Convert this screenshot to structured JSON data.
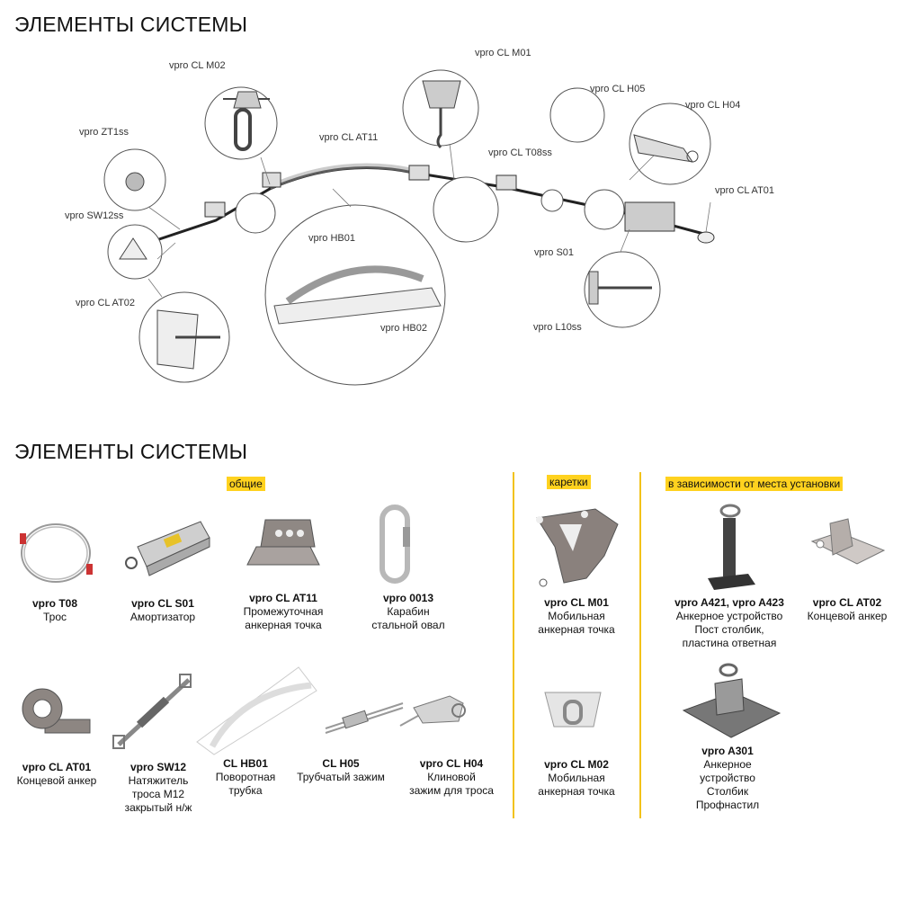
{
  "diagram": {
    "title": "ЭЛЕМЕНТЫ СИСТЕМЫ",
    "callouts": {
      "m02": "vpro CL M02",
      "zt1ss": "vpro ZT1ss",
      "sw12ss": "vpro SW12ss",
      "at02": "vpro CL AT02",
      "at11": "vpro CL AT11",
      "hb01": "vpro HB01",
      "hb02": "vpro HB02",
      "m01": "vpro CL M01",
      "t08ss": "vpro CL T08ss",
      "h05": "vpro CL H05",
      "h04": "vpro CL H04",
      "at01": "vpro CL AT01",
      "s01": "vpro S01",
      "l10ss": "vpro L10ss"
    }
  },
  "catalog": {
    "title": "ЭЛЕМЕНТЫ СИСТЕМЫ",
    "groups": {
      "general": "общие",
      "carriages": "каретки",
      "install": "в зависимости от места установки"
    },
    "items": {
      "t08": {
        "code": "vpro T08",
        "desc": [
          "Трос"
        ]
      },
      "s01": {
        "code": "vpro CL S01",
        "desc": [
          "Амортизатор"
        ]
      },
      "at11": {
        "code": "vpro CL AT11",
        "desc": [
          "Промежуточная",
          "анкерная точка"
        ]
      },
      "c0013": {
        "code": "vpro 0013",
        "desc": [
          "Карабин",
          "стальной овал"
        ]
      },
      "m01": {
        "code": "vpro CL M01",
        "desc": [
          "Мобильная",
          "анкерная точка"
        ]
      },
      "a421": {
        "code": "vpro A421, vpro A423",
        "desc": [
          "Анкерное устройство",
          "Пост столбик,",
          "пластина ответная"
        ]
      },
      "at02": {
        "code": "vpro CL AT02",
        "desc": [
          "Концевой анкер"
        ]
      },
      "at01": {
        "code": "vpro CL AT01",
        "desc": [
          "Концевой анкер"
        ]
      },
      "sw12": {
        "code": "vpro SW12",
        "desc": [
          "Натяжитель",
          "троса М12",
          "закрытый н/ж"
        ]
      },
      "hb01": {
        "code": "CL HB01",
        "desc": [
          "Поворотная",
          "трубка"
        ]
      },
      "h05": {
        "code": "CL H05",
        "desc": [
          "Трубчатый зажим"
        ]
      },
      "h04": {
        "code": "vpro CL H04",
        "desc": [
          "Клиновой",
          "зажим для троса"
        ]
      },
      "m02": {
        "code": "vpro CL M02",
        "desc": [
          "Мобильная",
          "анкерная точка"
        ]
      },
      "a301": {
        "code": "vpro A301",
        "desc": [
          "Анкерное",
          "устройство",
          "Столбик",
          "Профнастил"
        ]
      }
    }
  },
  "colors": {
    "accent": "#ffd21f",
    "divider": "#f2c21a",
    "metal": "#8d8682",
    "text": "#111111"
  }
}
